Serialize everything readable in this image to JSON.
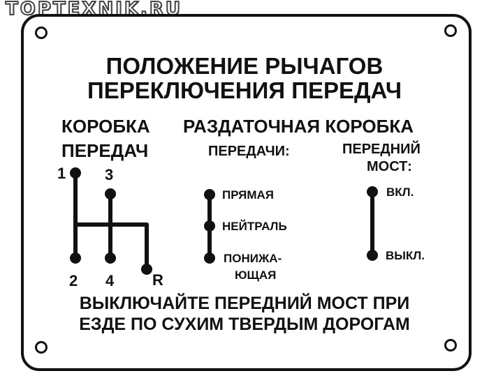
{
  "watermark": "TOPTEXNIK.RU",
  "title": {
    "line1": "ПОЛОЖЕНИЕ РЫЧАГОВ",
    "line2": "ПЕРЕКЛЮЧЕНИЯ ПЕРЕДАЧ"
  },
  "gearbox": {
    "header_line1": "КОРОБКА",
    "header_line2": "ПЕРЕДАЧ",
    "positions": [
      "1",
      "2",
      "3",
      "4",
      "R"
    ]
  },
  "transfer_case": {
    "header": "РАЗДАТОЧНАЯ КОРОБКА",
    "gears": {
      "label": "ПЕРЕДАЧИ:",
      "positions": [
        "ПРЯМАЯ",
        "НЕЙТРАЛЬ",
        "ПОНИЖА-",
        "ЮЩАЯ"
      ]
    },
    "front_axle": {
      "label_line1": "ПЕРЕДНИЙ",
      "label_line2": "МОСТ:",
      "positions": [
        "ВКЛ.",
        "ВЫКЛ."
      ]
    }
  },
  "warning": {
    "line1": "ВЫКЛЮЧАЙТЕ ПЕРЕДНИЙ МОСТ ПРИ",
    "line2": "ЕЗДЕ ПО СУХИМ ТВЕРДЫМ ДОРОГАМ"
  }
}
